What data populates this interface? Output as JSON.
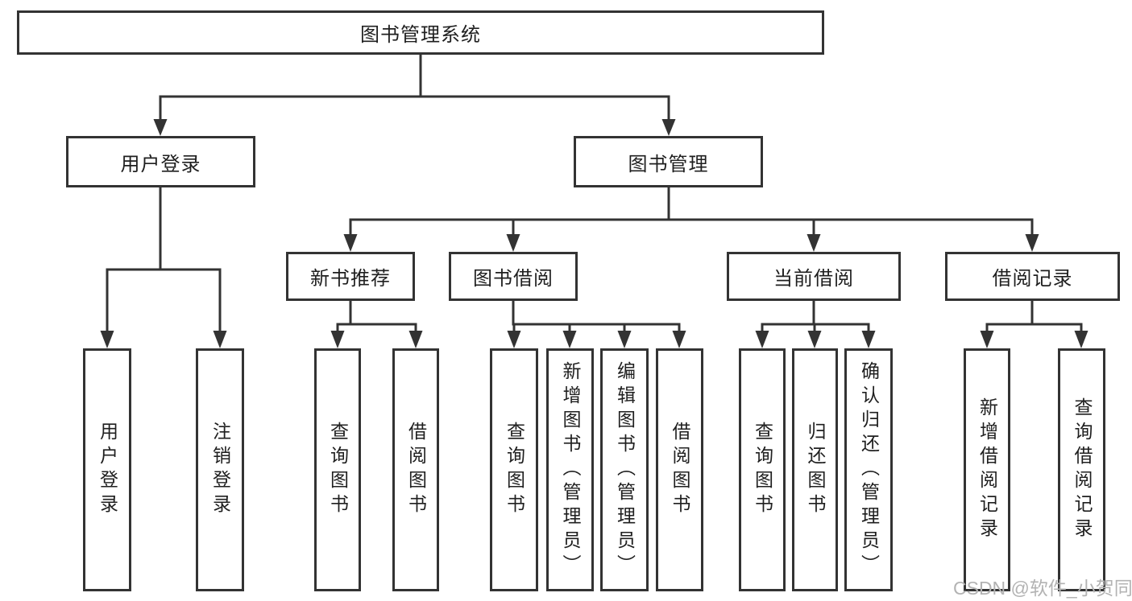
{
  "diagram": {
    "root": {
      "label": "图书管理系统"
    },
    "level1": [
      {
        "label": "用户登录"
      },
      {
        "label": "图书管理"
      }
    ],
    "level2": [
      {
        "label": "新书推荐",
        "parent": "图书管理"
      },
      {
        "label": "图书借阅",
        "parent": "图书管理"
      },
      {
        "label": "当前借阅",
        "parent": "图书管理"
      },
      {
        "label": "借阅记录",
        "parent": "图书管理"
      }
    ],
    "leaves": [
      {
        "label": "用户登录",
        "parent": "用户登录"
      },
      {
        "label": "注销登录",
        "parent": "用户登录"
      },
      {
        "label": "查询图书",
        "parent": "新书推荐"
      },
      {
        "label": "借阅图书",
        "parent": "新书推荐"
      },
      {
        "label": "查询图书",
        "parent": "图书借阅"
      },
      {
        "label": "新增图书（管理员）",
        "parent": "图书借阅"
      },
      {
        "label": "编辑图书（管理员）",
        "parent": "图书借阅"
      },
      {
        "label": "借阅图书",
        "parent": "图书借阅"
      },
      {
        "label": "查询图书",
        "parent": "当前借阅"
      },
      {
        "label": "归还图书",
        "parent": "当前借阅"
      },
      {
        "label": "确认归还（管理员）",
        "parent": "当前借阅"
      },
      {
        "label": "新增借阅记录",
        "parent": "借阅记录"
      },
      {
        "label": "查询借阅记录",
        "parent": "借阅记录"
      }
    ]
  },
  "watermark": {
    "text": "CSDN @软件_小贺同学"
  },
  "colors": {
    "line": "#333333",
    "text": "#1f1f1f",
    "watermark": "#b3b3b3",
    "background": "#ffffff"
  }
}
